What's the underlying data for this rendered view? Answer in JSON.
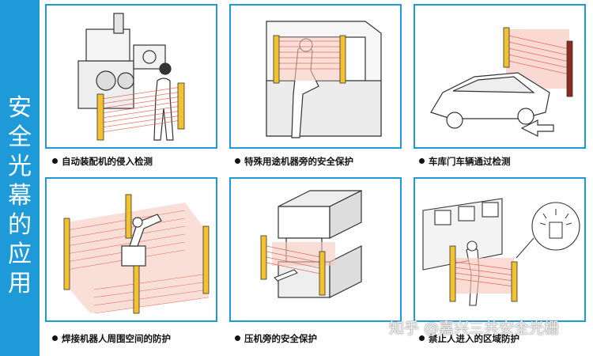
{
  "sidebar": {
    "title": "安全光幕的应用"
  },
  "panels": [
    {
      "caption": "自动装配机的侵入检测"
    },
    {
      "caption": "特殊用途机器旁的安全保护"
    },
    {
      "caption": "车库门车辆通过检测"
    },
    {
      "caption": "焊接机器人周围空间的防护"
    },
    {
      "caption": "压机旁的安全保护"
    },
    {
      "caption": "禁止人进入的区域防护"
    }
  ],
  "watermark": "知乎 @嘉兴三共安全光栅",
  "colors": {
    "accent": "#1e9ad8",
    "beam": "#e8523a",
    "light_curtain": "#f2c230"
  }
}
